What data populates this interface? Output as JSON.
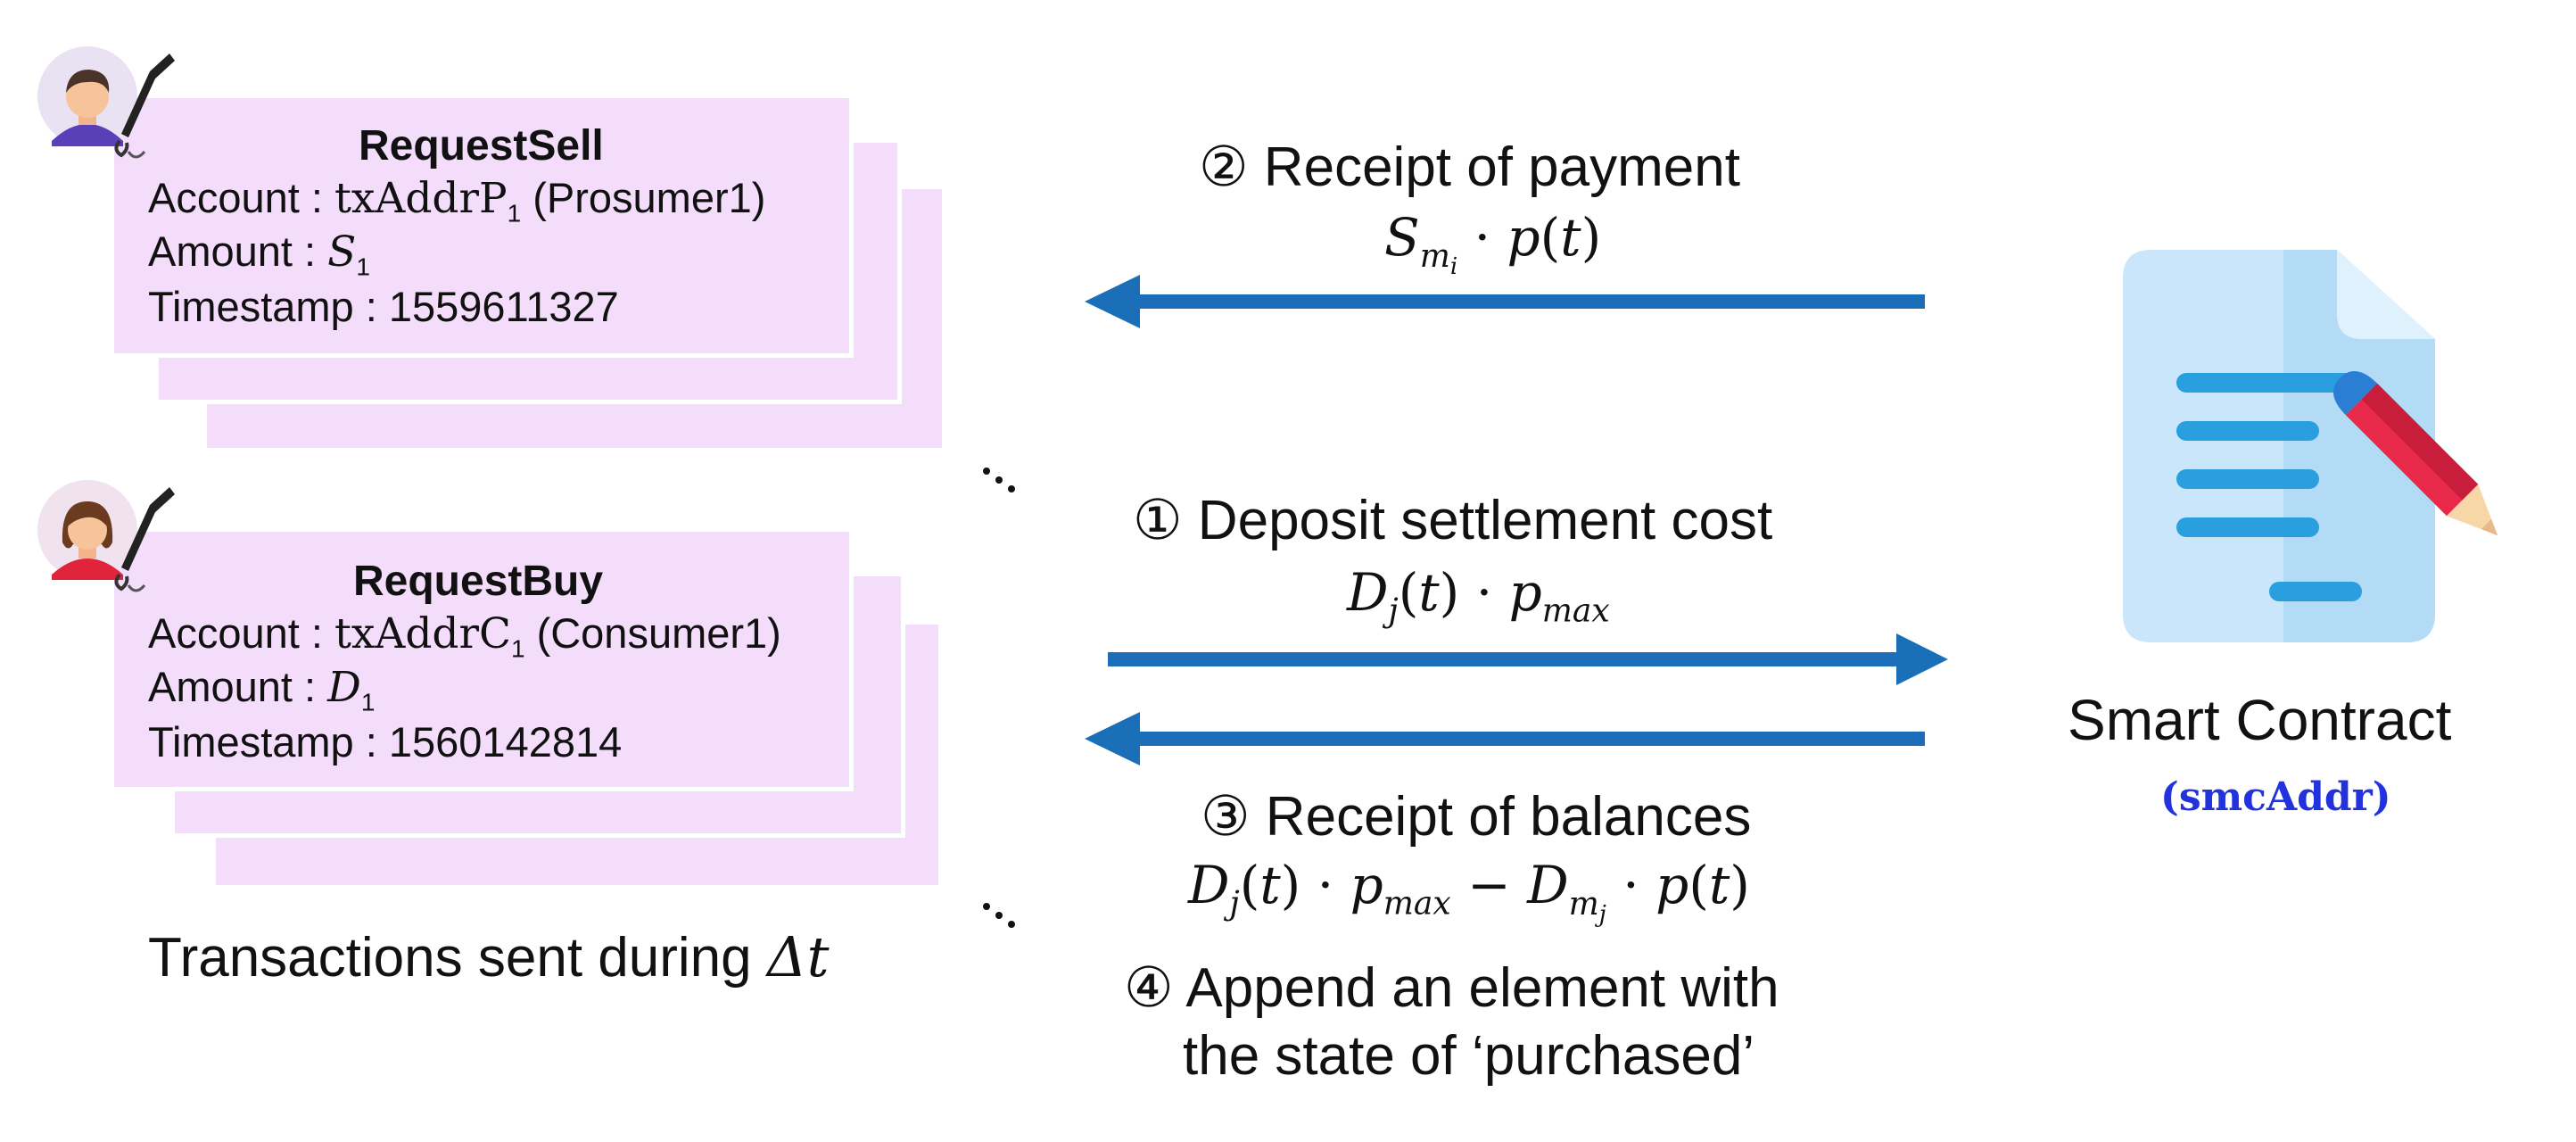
{
  "sell_card": {
    "title": "RequestSell",
    "account_label": "Account : ",
    "account_value": "txAddrP",
    "account_sub": "1",
    "account_role": "(Prosumer1)",
    "amount_label": "Amount : ",
    "amount_var": "S",
    "amount_sub": "1",
    "timestamp_label": "Timestamp : ",
    "timestamp_value": "1559611327"
  },
  "buy_card": {
    "title": "RequestBuy",
    "account_label": "Account : ",
    "account_value": "txAddrC",
    "account_sub": "1",
    "account_role": "(Consumer1)",
    "amount_label": "Amount : ",
    "amount_var": "D",
    "amount_sub": "1",
    "timestamp_label": "Timestamp : ",
    "timestamp_value": "1560142814"
  },
  "caption": {
    "text": "Transactions sent during ",
    "var": "Δt"
  },
  "steps": {
    "step2_label": "② Receipt of payment",
    "step1_label": "① Deposit settlement cost",
    "step3_label": "③ Receipt of balances",
    "step4_line1": "④ Append an element with",
    "step4_line2": "the state of ‘purchased’"
  },
  "contract": {
    "name": "Smart Contract",
    "address": "(smcAddr)"
  },
  "colors": {
    "arrow": "#1a6fb8",
    "card": "#f3ddfa",
    "address": "#2233dd"
  }
}
